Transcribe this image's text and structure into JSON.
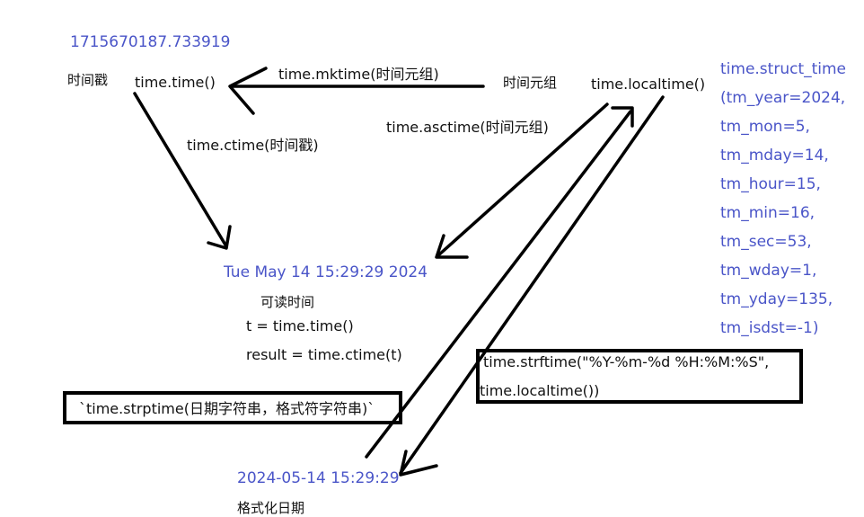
{
  "colors": {
    "value_text": "#4a55c8",
    "arrow": "#000000"
  },
  "timestamp_value": "1715670187.733919",
  "labels": {
    "timestamp": "时间戳",
    "struct_time": "时间元组",
    "readable_time": "可读时间",
    "formatted_date": "格式化日期"
  },
  "functions": {
    "time_time": "time.time()",
    "time_localtime": "time.localtime()",
    "mktime": "time.mktime(时间元组)",
    "asctime": "time.asctime(时间元组)",
    "ctime": "time.ctime(时间戳)"
  },
  "readable_value": "Tue May 14 15:29:29 2024",
  "code_example": {
    "line1": "t = time.time()",
    "line2": "result = time.ctime(t)"
  },
  "strptime_box": "`time.strptime(日期字符串，格式符字符串)`",
  "strftime_box": {
    "line1": "time.strftime(\"%Y-%m-%d %H:%M:%S\",",
    "line2": "time.localtime())"
  },
  "formatted_value": "2024-05-14 15:29:29",
  "struct_time_value": [
    "time.struct_time",
    "(tm_year=2024,",
    "tm_mon=5,",
    "tm_mday=14,",
    "tm_hour=15,",
    "tm_min=16,",
    "tm_sec=53,",
    "tm_wday=1,",
    "tm_yday=135,",
    "tm_isdst=-1)"
  ]
}
